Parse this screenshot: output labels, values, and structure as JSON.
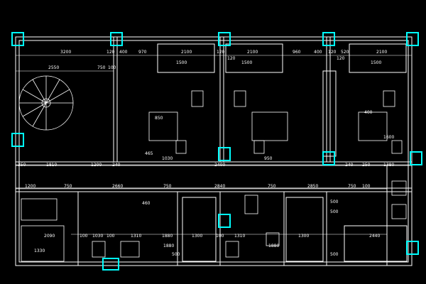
{
  "drawing": {
    "background": "#000000",
    "colors": {
      "walls": "#ffffff",
      "columns": "#00ffff",
      "fixtures": "#ffffff",
      "dimension_lines": "#ffffff",
      "accent": "#00e5ff"
    },
    "top_dimensions": [
      "3200",
      "120",
      "400",
      "970",
      "2100",
      "120",
      "2100",
      "960",
      "400",
      "120",
      "520",
      "2100"
    ],
    "upper_dimensions": [
      "2550",
      "750",
      "100",
      "1500",
      "1500",
      "1500",
      "120",
      "120"
    ],
    "middle_dimensions": [
      "350",
      "1810",
      "1200",
      "240",
      "2400",
      "240",
      "250",
      "1380",
      "850",
      "400",
      "1030",
      "950",
      "1600",
      "465"
    ],
    "corridor_dimensions": [
      "1200",
      "750",
      "2660",
      "750",
      "2840",
      "750",
      "2850",
      "750",
      "100"
    ],
    "lower_dimensions": [
      "2090",
      "100",
      "1030",
      "100",
      "1310",
      "1880",
      "1300",
      "100",
      "1310",
      "1300",
      "2440",
      "460",
      "500",
      "500",
      "1880",
      "1880",
      "500",
      "500",
      "1330"
    ]
  }
}
